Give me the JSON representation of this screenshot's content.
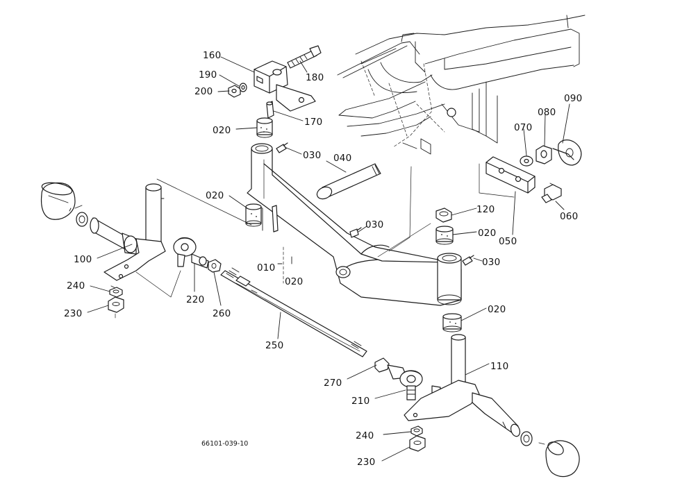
{
  "drawing_id": "66101-039-10",
  "callouts": {
    "c160": "160",
    "c180": "180",
    "c190": "190",
    "c200": "200",
    "c170": "170",
    "c020a": "020",
    "c030a": "030",
    "c040": "040",
    "c090": "090",
    "c080": "080",
    "c070": "070",
    "c060": "060",
    "c050": "050",
    "c020b": "020",
    "c100": "100",
    "c240a": "240",
    "c230a": "230",
    "c220": "220",
    "c260": "260",
    "c010": "010",
    "c020c": "020",
    "c030b": "030",
    "c120": "120",
    "c020d": "020",
    "c030c": "030",
    "c020e": "020",
    "c250": "250",
    "c270": "270",
    "c110": "110",
    "c210": "210",
    "c240b": "240",
    "c230b": "230"
  }
}
